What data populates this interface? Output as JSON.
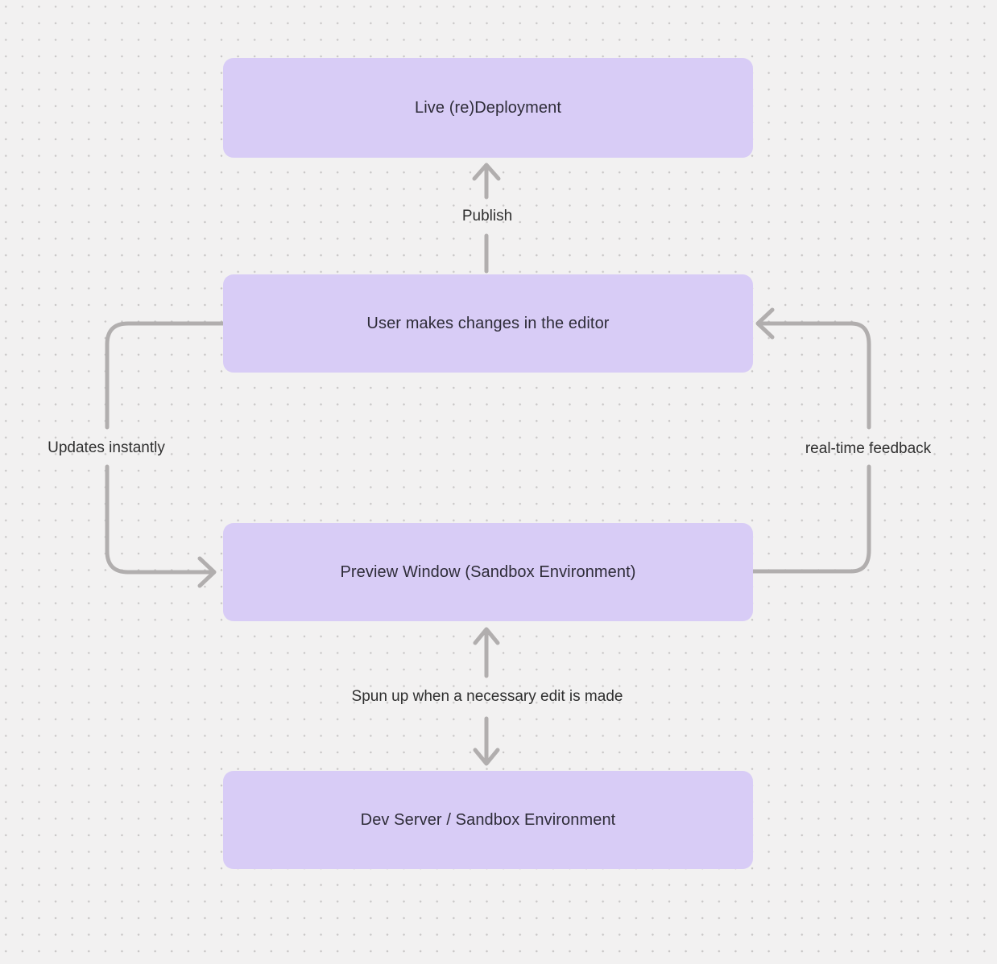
{
  "canvas": {
    "background_color": "#f2f1f1",
    "dot_color": "#c8c6c6"
  },
  "diagram": {
    "type": "flowchart",
    "colors": {
      "node_fill": "#d8ccf6",
      "node_text": "#2e2c38",
      "connector": "#b1aeae",
      "label_text": "#2f2f2f"
    },
    "nodes": [
      {
        "id": "live-redeployment",
        "label": "Live (re)Deployment"
      },
      {
        "id": "user-editor",
        "label": "User makes changes in the editor"
      },
      {
        "id": "preview-window",
        "label": "Preview Window (Sandbox Environment)"
      },
      {
        "id": "dev-server",
        "label": "Dev Server / Sandbox Environment"
      }
    ],
    "edges": [
      {
        "id": "publish",
        "label": "Publish",
        "from": "user-editor",
        "to": "live-redeployment",
        "direction": "up"
      },
      {
        "id": "updates-instantly",
        "label": "Updates instantly",
        "from": "user-editor",
        "to": "preview-window",
        "direction": "left-loop"
      },
      {
        "id": "real-time-feedback",
        "label": "real-time feedback",
        "from": "preview-window",
        "to": "user-editor",
        "direction": "right-loop"
      },
      {
        "id": "spun-up",
        "label": "Spun up when a necessary edit is made",
        "from": "dev-server",
        "to": "preview-window",
        "direction": "bidirectional"
      }
    ]
  }
}
